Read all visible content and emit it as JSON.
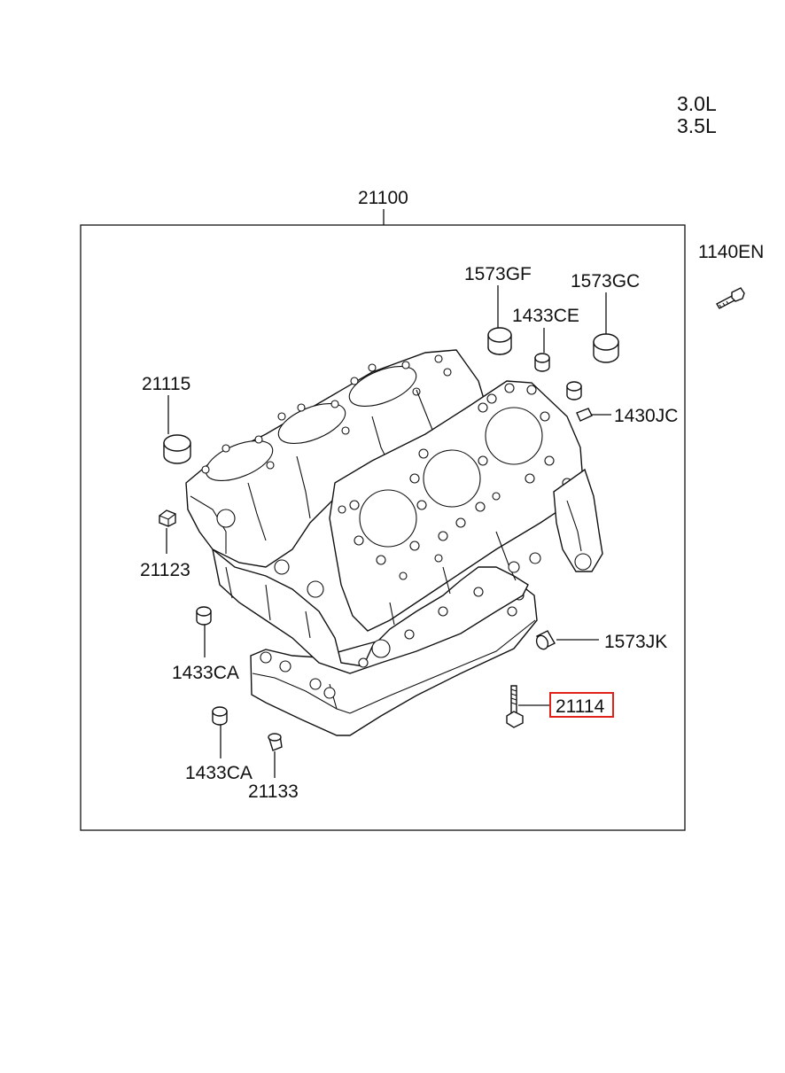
{
  "engine_variants": [
    "3.0L",
    "3.5L"
  ],
  "assembly_label": "21100",
  "highlight_color": "#e0221b",
  "callouts": [
    {
      "id": "1140EN",
      "label": "1140EN"
    },
    {
      "id": "1573GF",
      "label": "1573GF"
    },
    {
      "id": "1573GC",
      "label": "1573GC"
    },
    {
      "id": "1433CE",
      "label": "1433CE"
    },
    {
      "id": "1430JC",
      "label": "1430JC"
    },
    {
      "id": "21115",
      "label": "21115"
    },
    {
      "id": "21123",
      "label": "21123"
    },
    {
      "id": "1573JK",
      "label": "1573JK"
    },
    {
      "id": "21114",
      "label": "21114",
      "highlighted": true
    },
    {
      "id": "1433CA_upper",
      "label": "1433CA"
    },
    {
      "id": "1433CA_lower",
      "label": "1433CA"
    },
    {
      "id": "21133",
      "label": "21133"
    }
  ]
}
